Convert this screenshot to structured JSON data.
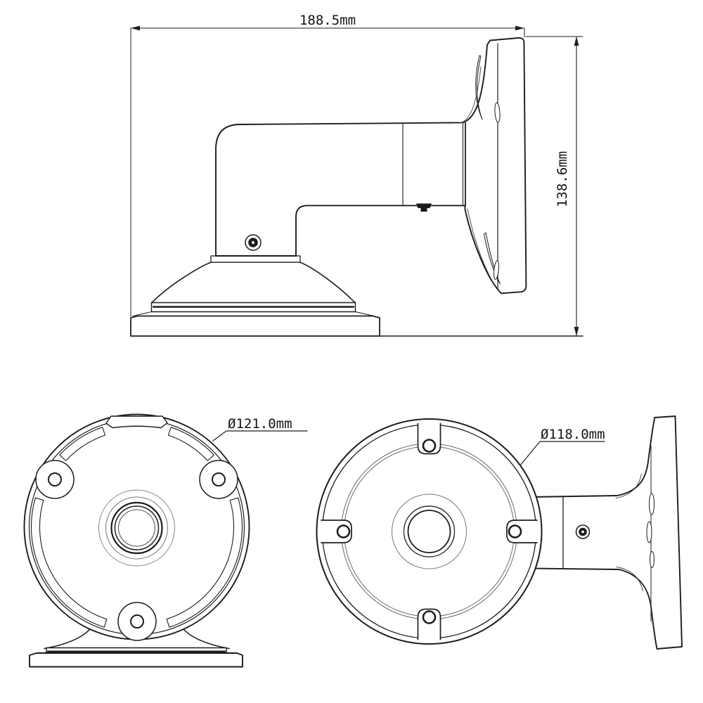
{
  "drawing": {
    "type": "technical-drawing",
    "background": "#ffffff",
    "line_color": "#1d1d1d",
    "thin_line_color": "#6a6a6a",
    "views": {
      "side": {
        "width_dim": "188.5mm",
        "height_dim": "138.6mm"
      },
      "front": {
        "diameter_dim": "Ø121.0mm"
      },
      "rear": {
        "diameter_dim": "Ø118.0mm"
      }
    }
  }
}
